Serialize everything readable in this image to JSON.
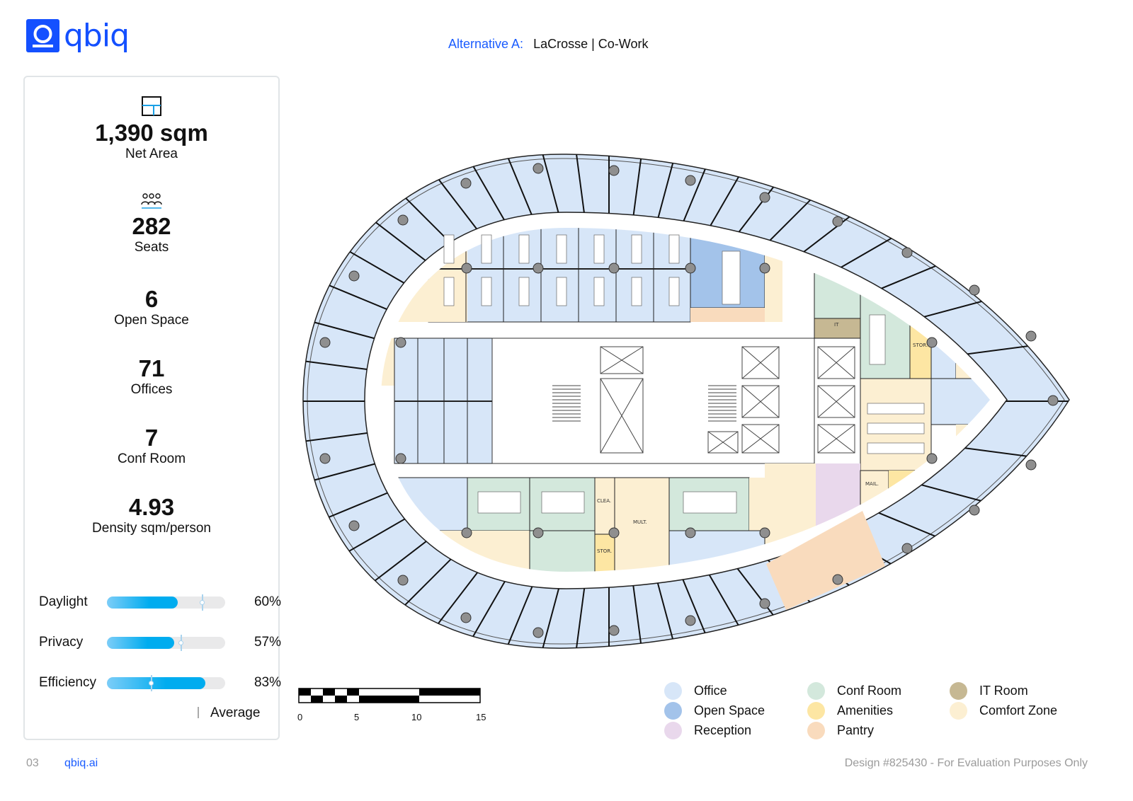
{
  "brand": {
    "name": "qbiq",
    "color": "#1450ff"
  },
  "header": {
    "alternative_label": "Alternative A:",
    "project": "LaCrosse | Co-Work"
  },
  "stats": [
    {
      "icon": "floorplan-icon",
      "value": "1,390 sqm",
      "label": "Net Area"
    },
    {
      "icon": "people-icon",
      "value": "282",
      "label": "Seats"
    },
    {
      "value": "6",
      "label": "Open Space"
    },
    {
      "value": "71",
      "label": "Offices"
    },
    {
      "value": "7",
      "label": "Conf Room"
    },
    {
      "value": "4.93",
      "label": "Density sqm/person"
    }
  ],
  "metrics": [
    {
      "label": "Daylight",
      "value": 60,
      "display": "60%",
      "average": 80
    },
    {
      "label": "Privacy",
      "value": 57,
      "display": "57%",
      "average": 62
    },
    {
      "label": "Efficiency",
      "value": 83,
      "display": "83%",
      "average": 37
    }
  ],
  "average_label": "Average",
  "plan_labels": {
    "it": "IT",
    "stor_top": "STOR.",
    "stor_bottom": "STOR.",
    "clea": "CLEA.",
    "mult": "MULT.",
    "mail": "MAIL."
  },
  "scale_bar": {
    "ticks": [
      "0",
      "5",
      "10",
      "15"
    ]
  },
  "legend": [
    {
      "label": "Office",
      "color": "#d7e6f8"
    },
    {
      "label": "Open Space",
      "color": "#a3c3ea"
    },
    {
      "label": "Reception",
      "color": "#e9d8ec"
    },
    {
      "label": "Conf Room",
      "color": "#d3e8dc"
    },
    {
      "label": "Amenities",
      "color": "#fde6a3"
    },
    {
      "label": "Pantry",
      "color": "#f9dbbd"
    },
    {
      "label": "IT Room",
      "color": "#c6b893"
    },
    {
      "label": "Comfort Zone",
      "color": "#fcefd2"
    }
  ],
  "footer": {
    "page": "03",
    "site": "qbiq.ai",
    "disclaimer": "Design #825430 - For Evaluation Purposes Only"
  }
}
